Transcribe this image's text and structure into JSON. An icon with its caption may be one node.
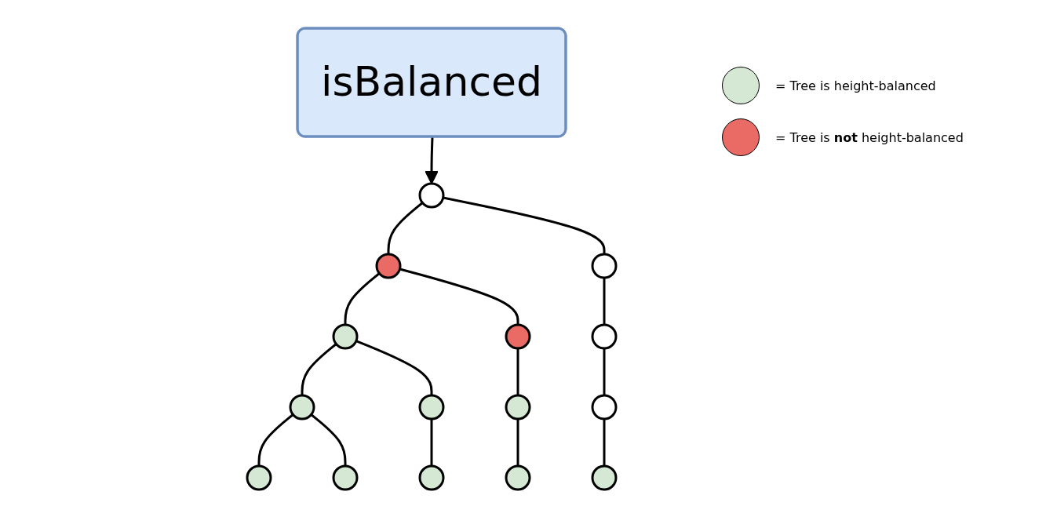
{
  "diagram": {
    "nodes": [
      {
        "text": [
          "isBalanced"
        ]
      },
      {
        "text": [],
        "shape": "circle"
      },
      {
        "text": [],
        "shape": "circle"
      },
      {
        "text": [],
        "shape": "circle"
      },
      {
        "text": [],
        "shape": "circle"
      },
      {
        "text": [],
        "shape": "circle"
      },
      {
        "text": [],
        "shape": "circle"
      },
      {
        "text": [],
        "shape": "circle"
      },
      {
        "text": [],
        "shape": "circle"
      },
      {
        "text": [],
        "shape": "circle"
      },
      {
        "text": [],
        "shape": "circle"
      },
      {
        "text": [],
        "shape": "circle"
      },
      {
        "text": [],
        "shape": "circle"
      },
      {
        "text": [],
        "shape": "circle"
      },
      {
        "text": [],
        "shape": "circle"
      },
      {
        "text": [],
        "shape": "circle"
      }
    ],
    "edges": [
      {
        "from": 0,
        "to": 1,
        "arrow": "to"
      },
      {
        "from": 1,
        "to": 2,
        "arrow": "none"
      },
      {
        "from": 1,
        "to": 3,
        "arrow": "none"
      },
      {
        "from": 2,
        "to": 4,
        "arrow": "none"
      },
      {
        "from": 2,
        "to": 5,
        "arrow": "none"
      },
      {
        "from": 3,
        "to": 6,
        "arrow": "none"
      },
      {
        "from": 4,
        "to": 7,
        "arrow": "none"
      },
      {
        "from": 4,
        "to": 8,
        "arrow": "none"
      },
      {
        "from": 5,
        "to": 9,
        "arrow": "none"
      },
      {
        "from": 6,
        "to": 10,
        "arrow": "none"
      },
      {
        "from": 7,
        "to": 11,
        "arrow": "none"
      },
      {
        "from": 7,
        "to": 12,
        "arrow": "none"
      },
      {
        "from": 8,
        "to": 13,
        "arrow": "none"
      },
      {
        "from": 9,
        "to": 14,
        "arrow": "none"
      },
      {
        "from": 10,
        "to": 15,
        "arrow": "none"
      }
    ],
    "legend": [
      {
        "text": "= Tree is height-balanced",
        "color": "#d5e8d4"
      },
      {
        "text": "= Tree is **not** height-balanced",
        "color": "#ea6b66"
      }
    ]
  }
}
